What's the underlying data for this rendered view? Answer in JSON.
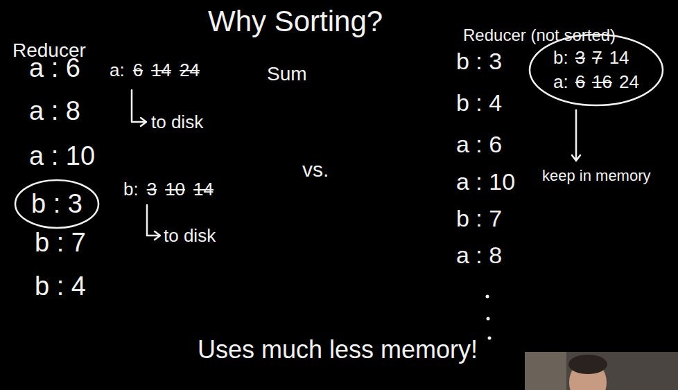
{
  "diagram": {
    "title": "Why Sorting?",
    "nodes": [
      {
        "text": [
          "b : 3"
        ]
      },
      {
        "text": [
          "b:",
          "3",
          "7",
          "14",
          "a:",
          "6",
          "16",
          "24"
        ]
      }
    ],
    "labels": [
      "Reducer",
      "a : 6",
      "a : 8",
      "a : 10",
      "b : 7",
      "b : 4",
      "a:",
      "6",
      "14",
      "24",
      "to disk",
      "b:",
      "3",
      "10",
      "14",
      "to disk",
      "Sum",
      "vs.",
      "Reducer (not sorted)",
      "b : 3",
      "b : 4",
      "a : 6",
      "a : 10",
      "b : 7",
      "a : 8",
      "keep in memory",
      "Uses much less memory!"
    ]
  }
}
